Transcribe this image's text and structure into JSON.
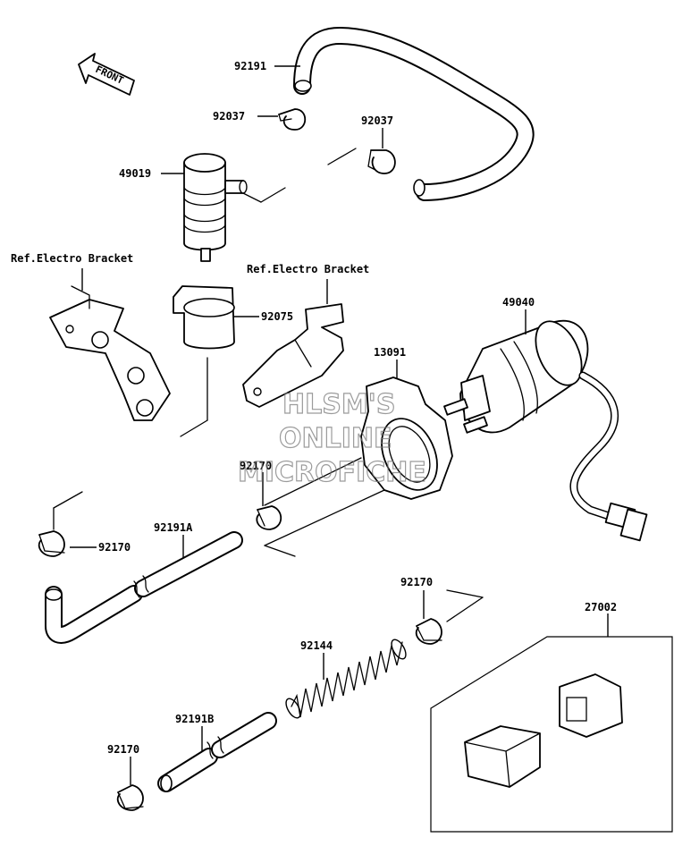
{
  "labels": {
    "front": "FRONT",
    "ref_bracket_left": "Ref.Electro Bracket",
    "ref_bracket_center": "Ref.Electro Bracket",
    "p92191": "92191",
    "p92037_left": "92037",
    "p92037_right": "92037",
    "p49019": "49019",
    "p92075": "92075",
    "p13091": "13091",
    "p49040": "49040",
    "p92170_center": "92170",
    "p92170_left": "92170",
    "p92191A": "92191A",
    "p92170_right": "92170",
    "p27002": "27002",
    "p92144": "92144",
    "p92191B": "92191B",
    "p92170_bottom": "92170"
  },
  "watermark": {
    "line1": "HLSM'S",
    "line2": "ONLINE",
    "line3": "MICROFICHE"
  }
}
